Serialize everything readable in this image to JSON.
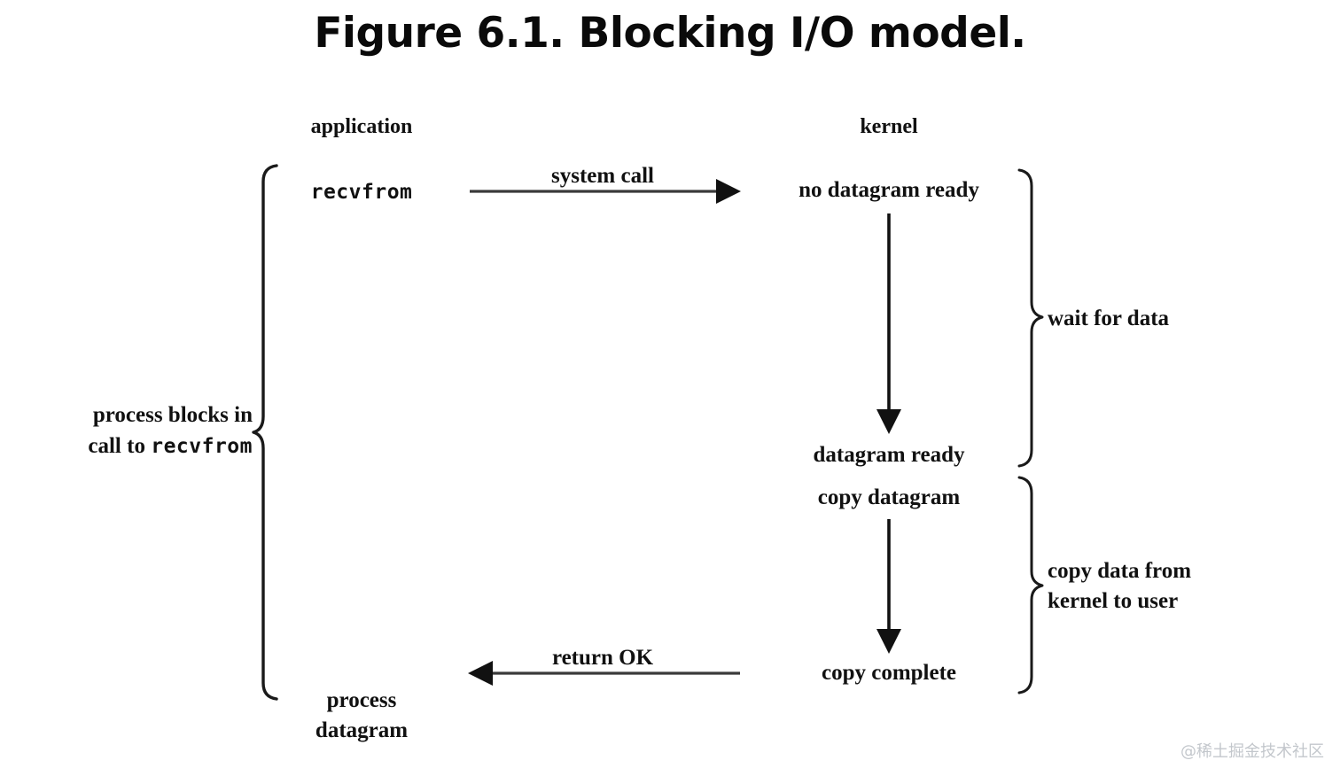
{
  "figure": {
    "title": "Figure 6.1. Blocking I/O model.",
    "background_color": "#ffffff",
    "ink_color": "#111111"
  },
  "columns": {
    "application": "application",
    "kernel": "kernel"
  },
  "application_side": {
    "call_label": "recvfrom",
    "brace_label_line1": "process blocks in",
    "brace_label_line2_prefix": "call to ",
    "brace_label_line2_mono": "recvfrom",
    "result_line1": "process",
    "result_line2": "datagram"
  },
  "kernel_side": {
    "step_no_datagram": "no datagram ready",
    "step_datagram_ready": "datagram ready",
    "step_copy_datagram": "copy datagram",
    "step_copy_complete": "copy complete"
  },
  "arrows": {
    "system_call": "system call",
    "return_ok": "return OK"
  },
  "braces": {
    "wait_for_data": "wait for data",
    "copy_data_line1": "copy data from",
    "copy_data_line2": "kernel to user"
  },
  "watermark": {
    "text": "@稀土掘金技术社区",
    "color": "#c3c7cc"
  }
}
